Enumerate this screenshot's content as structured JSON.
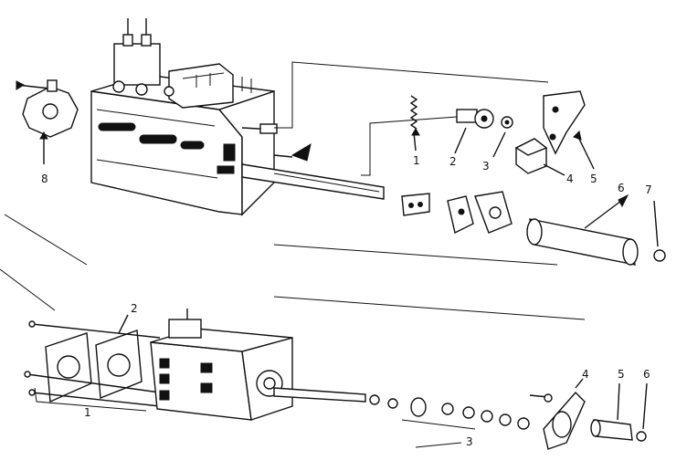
{
  "upper_callouts": {
    "c1": "1",
    "c2": "2",
    "c3": "3",
    "c4": "4",
    "c5": "5",
    "c6": "6",
    "c7": "7",
    "c8": "8"
  },
  "lower_callouts": {
    "c1": "1",
    "c2": "2",
    "c3": "3",
    "c4": "4",
    "c5": "5",
    "c6": "6"
  }
}
